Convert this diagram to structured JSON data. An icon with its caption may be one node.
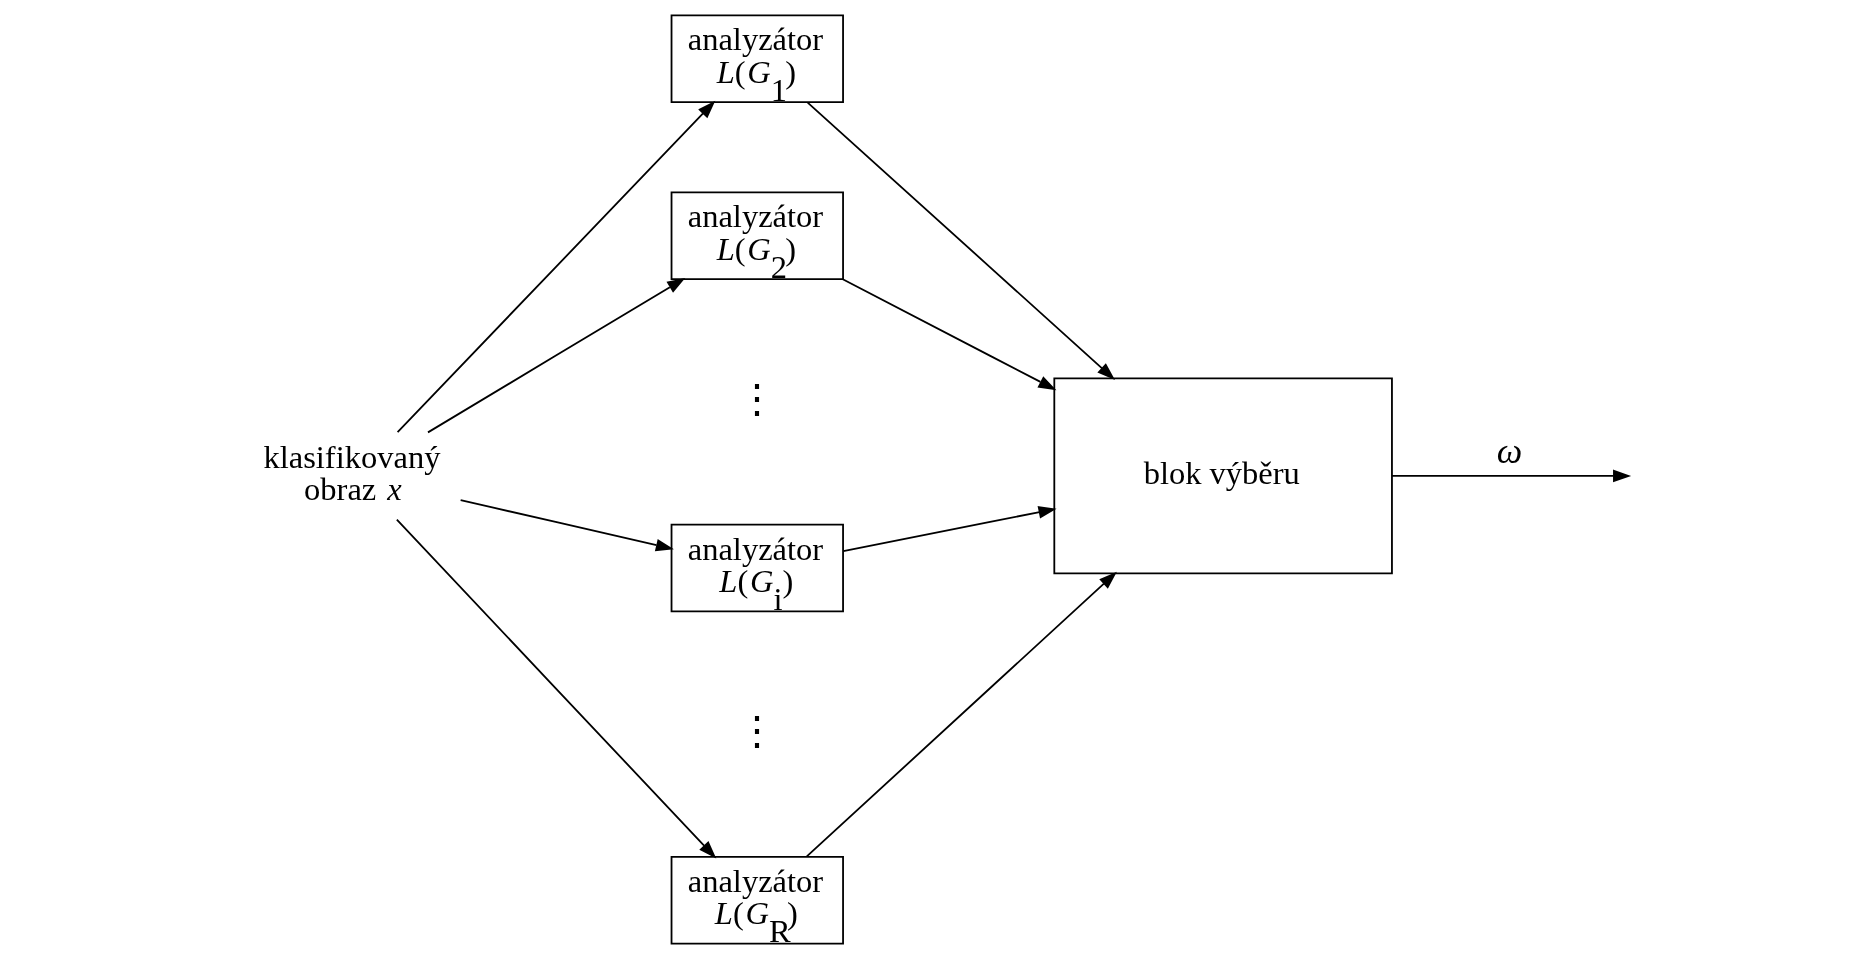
{
  "diagram": {
    "nodes": [
      {
        "text": [
          "klasifikovaný",
          "obraz *x*"
        ]
      },
      {
        "text": [
          "analyzátor",
          "*L*(*G*$_{1}$)"
        ]
      },
      {
        "text": [
          "analyzátor",
          "*L*(*G*$_{2}$)"
        ]
      },
      {
        "text": [
          "analyzátor",
          "*L*(*G*$_{i}$)"
        ]
      },
      {
        "text": [
          "analyzátor",
          "*L*(*G*$_{R}$)"
        ]
      },
      {
        "text": [
          "blok výběru"
        ]
      }
    ],
    "edges": [
      {
        "from": 0,
        "to": 1,
        "arrow": "to"
      },
      {
        "from": 0,
        "to": 2,
        "arrow": "to"
      },
      {
        "from": 0,
        "to": 3,
        "arrow": "to"
      },
      {
        "from": 0,
        "to": 4,
        "arrow": "to"
      },
      {
        "from": 1,
        "to": 5,
        "arrow": "to"
      },
      {
        "from": 2,
        "to": 5,
        "arrow": "to"
      },
      {
        "from": 3,
        "to": 5,
        "arrow": "to"
      },
      {
        "from": 4,
        "to": 5,
        "arrow": "to"
      },
      {
        "from": 5,
        "to": null,
        "arrow": "to",
        "label": "*ω*"
      }
    ],
    "labels": [
      "⋮",
      "⋮"
    ]
  }
}
